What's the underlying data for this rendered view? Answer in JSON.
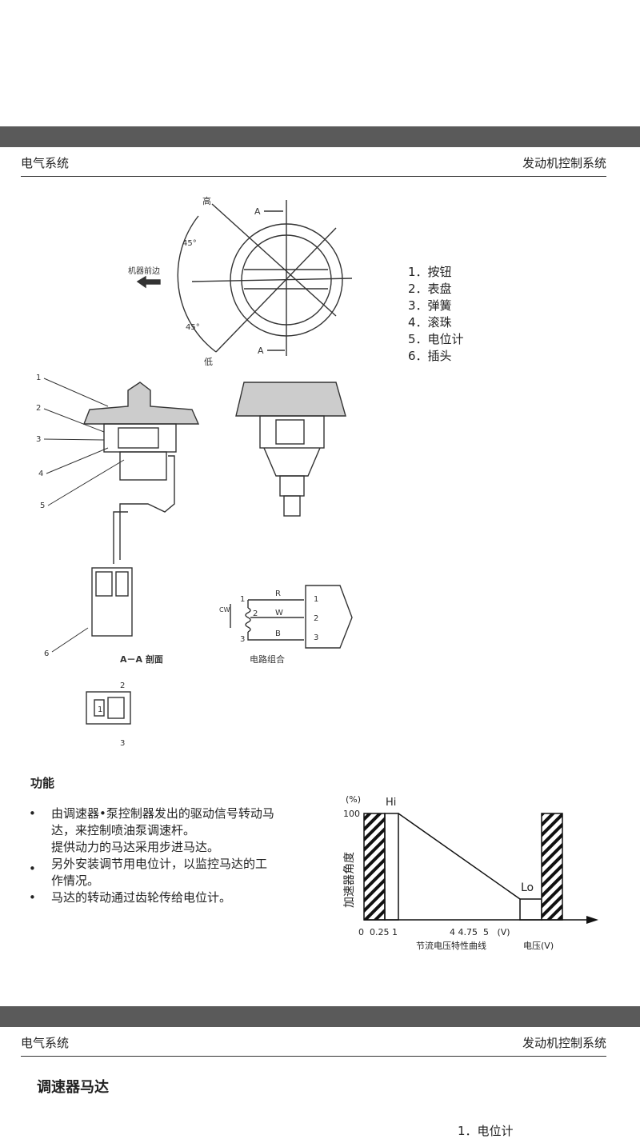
{
  "page1": {
    "header_left": "电气系统",
    "header_right": "发动机控制系统",
    "figure": {
      "high_label": "高",
      "low_label": "低",
      "angle_top": "45°",
      "angle_bottom": "45°",
      "front_label": "机器前边",
      "section_mark": "A",
      "callouts": [
        "1",
        "2",
        "3",
        "4",
        "5",
        "6"
      ],
      "section_caption": "A－A 剖面",
      "circuit_caption": "电路组合",
      "wire_labels": [
        "R",
        "W",
        "B"
      ],
      "pin_labels": [
        "1",
        "2",
        "3"
      ],
      "cw_label": "CW",
      "connector_pins": [
        "1",
        "2",
        "3"
      ]
    },
    "legend": [
      "1．按钮",
      "2．表盘",
      "3．弹簧",
      "4．滚珠",
      "5．电位计",
      "6．插头"
    ],
    "section_title": "功能",
    "bullets": [
      {
        "lines": [
          "由调速器•泵控制器发出的驱动信号转动马",
          "达，来控制喷油泵调速杆。",
          "提供动力的马达采用步进马达。"
        ]
      },
      {
        "lines": [
          "另外安装调节用电位计，以监控马达的工",
          "作情况。"
        ]
      },
      {
        "lines": [
          "马达的转动通过齿轮传给电位计。"
        ]
      }
    ],
    "graph": {
      "y_unit": "(%)",
      "y_tick": "100",
      "ylabel": "加速器角度",
      "hi_label": "Hi",
      "lo_label": "Lo",
      "x_ticks": "0  0.25 1",
      "x_ticks2": "4 4.75  5   (V)",
      "caption": "节流电压特性曲线",
      "xlabel": "电压(V)"
    }
  },
  "page2": {
    "header_left": "电气系统",
    "header_right": "发动机控制系统",
    "title": "调速器马达",
    "first_item": "1．电位计"
  }
}
